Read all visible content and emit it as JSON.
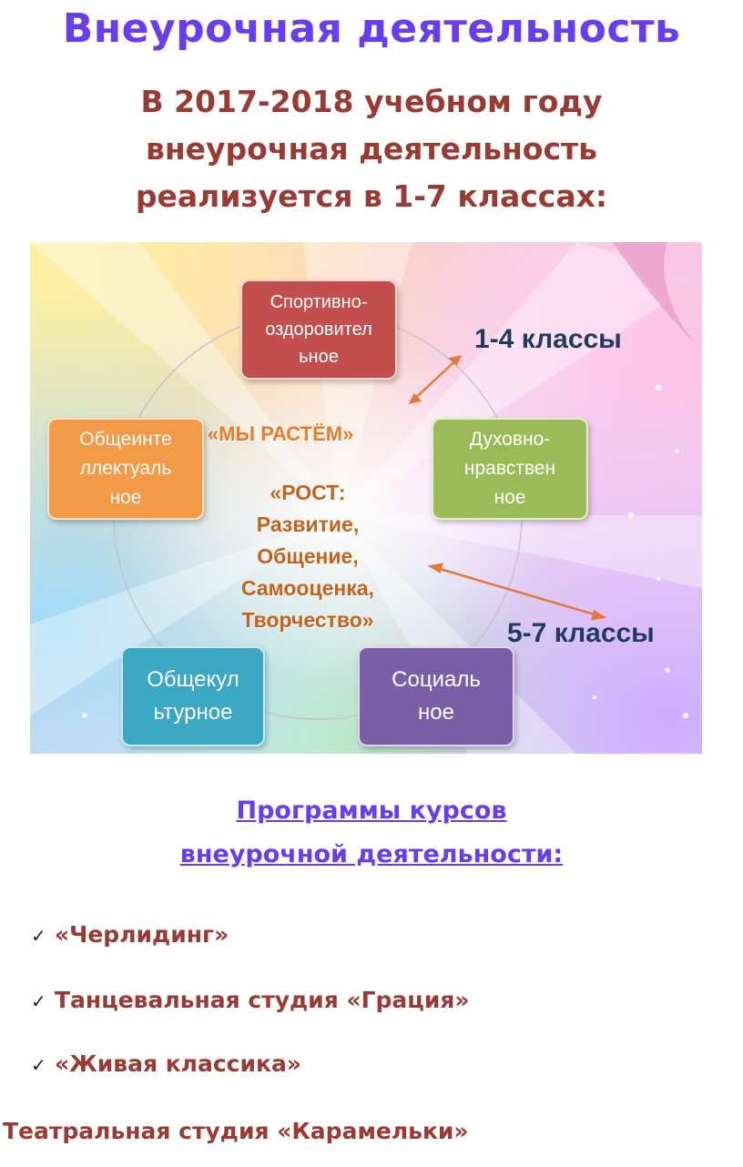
{
  "header": {
    "title": "Внеурочная деятельность",
    "subtitle_lines": [
      "В 2017-2018 учебном году",
      "внеурочная деятельность",
      "реализуется в 1-7 классах:"
    ]
  },
  "diagram": {
    "boxes": {
      "sport": "Спортивно-\nоздоровител\nьное",
      "intellectual": "Общеинте\nллектуаль\nное",
      "spiritual": "Духовно-\nнравствен\nное",
      "cultural": "Общекул\nьтурное",
      "social": "Социаль\nное"
    },
    "motto": "«МЫ РАСТЁМ»",
    "growth_lines": [
      "«РОСТ:",
      "Развитие,",
      "Общение,",
      "Самооценка,",
      "Творчество»"
    ],
    "grades_1_4": "1-4 классы",
    "grades_5_7": "5-7 классы",
    "colors": {
      "sport": "#c24f4e",
      "intellectual": "#f39a47",
      "spiritual": "#9bbb59",
      "cultural": "#3aa8c2",
      "social": "#7a5ea6"
    }
  },
  "programs": {
    "title_lines": [
      "Программы курсов",
      "внеурочной деятельности:"
    ],
    "items": [
      "«Черлидинг»",
      "Танцевальная студия «Грация»",
      "«Живая классика»"
    ],
    "extra_item": "Театральная студия «Карамельки»",
    "check_icon": "✓"
  }
}
